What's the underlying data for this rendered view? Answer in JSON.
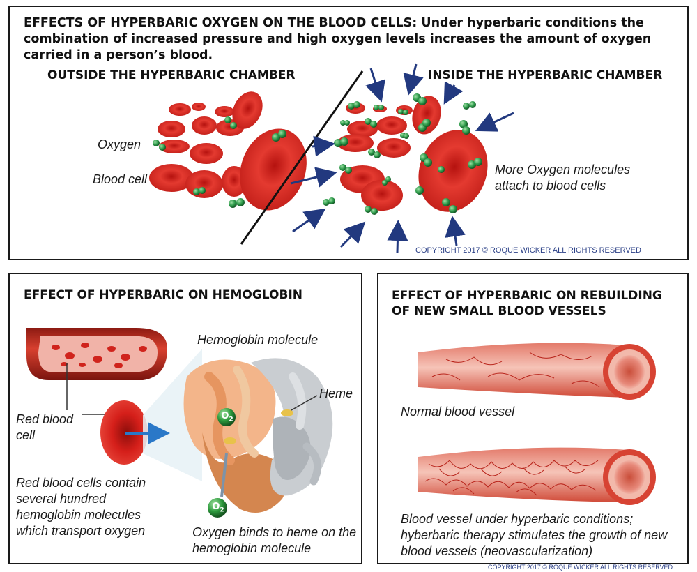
{
  "top_panel": {
    "title_bold": "EFFECTS OF HYPERBARIC OXYGEN ON THE BLOOD CELLS:",
    "title_rest": " Under hyperbaric conditions the combination of increased pressure and high oxygen levels increases the amount of oxygen carried in a person’s blood.",
    "outside_heading": "OUTSIDE THE HYPERBARIC CHAMBER",
    "inside_heading": "INSIDE THE HYPERBARIC CHAMBER",
    "oxygen_label": "Oxygen",
    "blood_cell_label": "Blood cell",
    "more_oxygen_label": "More Oxygen molecules attach to blood cells",
    "copyright": "COPYRIGHT 2017 ©  ROQUE WICKER  ALL RIGHTS RESERVED"
  },
  "hemoglobin_panel": {
    "title": "EFFECT OF HYPERBARIC ON HEMOGLOBIN",
    "hemoglobin_molecule_label": "Hemoglobin molecule",
    "heme_label": "Heme",
    "red_blood_cell_label": "Red blood cell",
    "o2_symbol": "O",
    "o2_sub": "2",
    "contain_label": "Red blood cells contain several hundred hemoglobin molecules which transport oxygen",
    "binds_label": "Oxygen binds to heme on the hemoglobin molecule"
  },
  "vessels_panel": {
    "title": "EFFECT OF HYPERBARIC ON REBUILDING OF NEW SMALL BLOOD VESSELS",
    "normal_label": "Normal blood vessel",
    "hyperbaric_label": "Blood vessel under hyperbaric conditions; hyberbaric therapy stimulates the growth of new blood vessels (neovascularization)"
  },
  "footer_copyright": "COPYRIGHT 2017 ©  ROQUE WICKER  ALL RIGHTS RESERVED",
  "colors": {
    "cell_red": "#d8231f",
    "cell_dark": "#9e120f",
    "oxygen_green": "#2e9b4b",
    "arrow_blue": "#22397f",
    "vessel_red": "#d84a3a"
  }
}
